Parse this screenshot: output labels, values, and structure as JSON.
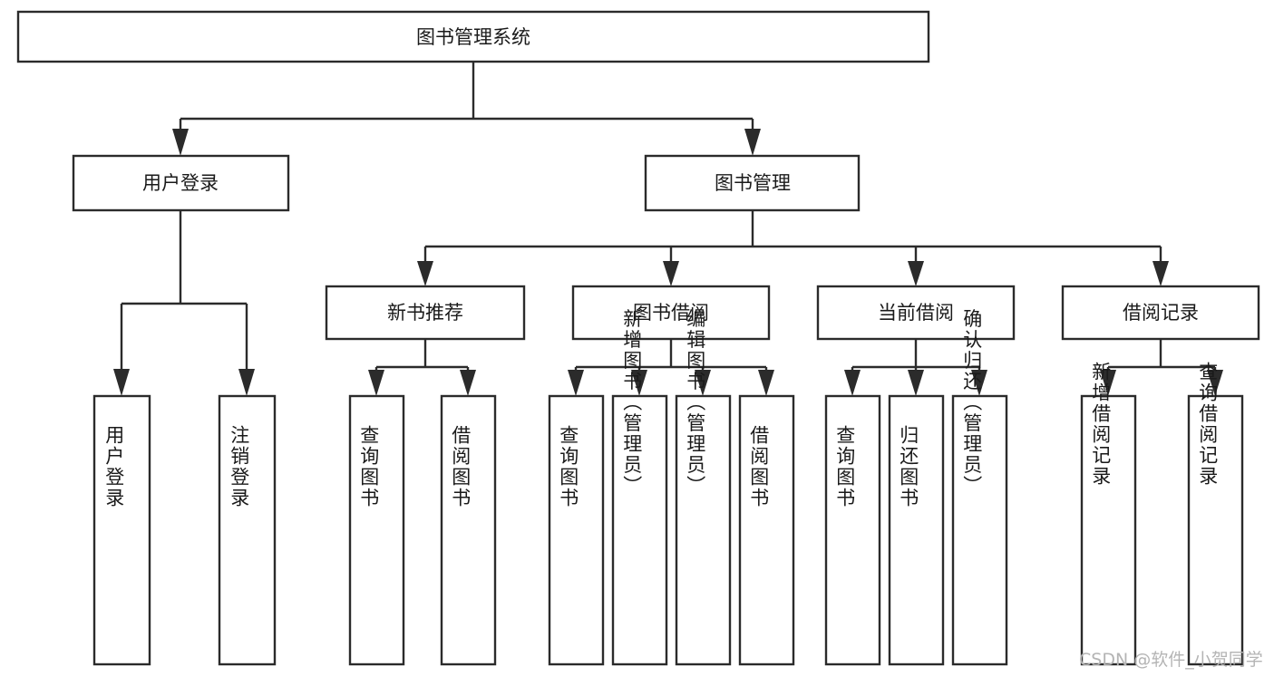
{
  "diagram": {
    "type": "tree-hierarchy",
    "orientation": "top-down",
    "root": {
      "id": "root",
      "label": "图书管理系统"
    },
    "level2": [
      {
        "id": "user-login",
        "label": "用户登录"
      },
      {
        "id": "book-management",
        "label": "图书管理"
      }
    ],
    "level3": [
      {
        "id": "new-book-recommend",
        "label": "新书推荐",
        "parent": "book-management"
      },
      {
        "id": "book-borrow",
        "label": "图书借阅",
        "parent": "book-management"
      },
      {
        "id": "current-borrow",
        "label": "当前借阅",
        "parent": "book-management"
      },
      {
        "id": "borrow-record",
        "label": "借阅记录",
        "parent": "book-management"
      }
    ],
    "leaves": [
      {
        "id": "leaf-user-login",
        "label": "用户登录",
        "parent": "user-login"
      },
      {
        "id": "leaf-logout-login",
        "label": "注销登录",
        "parent": "user-login"
      },
      {
        "id": "leaf-query-book-1",
        "label": "查询图书",
        "parent": "new-book-recommend"
      },
      {
        "id": "leaf-borrow-book-1",
        "label": "借阅图书",
        "parent": "new-book-recommend"
      },
      {
        "id": "leaf-query-book-2",
        "label": "查询图书",
        "parent": "book-borrow"
      },
      {
        "id": "leaf-add-book",
        "label": "新增图书（管理员）",
        "parent": "book-borrow"
      },
      {
        "id": "leaf-edit-book",
        "label": "编辑图书（管理员）",
        "parent": "book-borrow"
      },
      {
        "id": "leaf-borrow-book-2",
        "label": "借阅图书",
        "parent": "book-borrow"
      },
      {
        "id": "leaf-query-book-3",
        "label": "查询图书",
        "parent": "current-borrow"
      },
      {
        "id": "leaf-return-book",
        "label": "归还图书",
        "parent": "current-borrow"
      },
      {
        "id": "leaf-confirm-return",
        "label": "确认归还（管理员）",
        "parent": "current-borrow"
      },
      {
        "id": "leaf-add-record",
        "label": "新增借阅记录",
        "parent": "borrow-record"
      },
      {
        "id": "leaf-query-record",
        "label": "查询借阅记录",
        "parent": "borrow-record"
      }
    ]
  },
  "watermark": {
    "text": "CSDN @软件_小贺同学"
  },
  "colors": {
    "stroke": "#2b2b2b",
    "fill": "#ffffff",
    "text": "#1a1a1a",
    "watermark": "#b4b4b4"
  }
}
